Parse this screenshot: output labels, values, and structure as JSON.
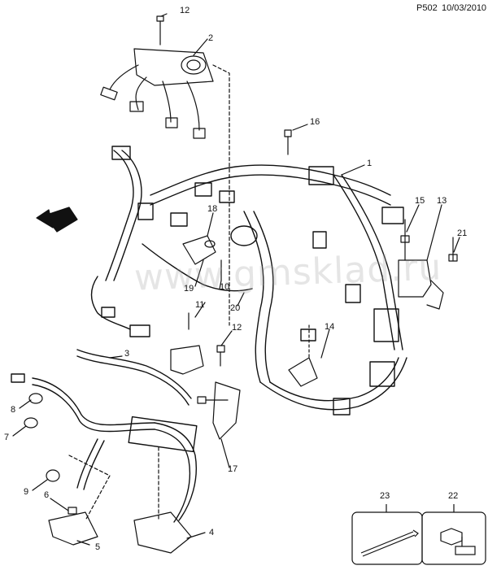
{
  "header": {
    "diagram_code": "P502",
    "date": "10/03/2010"
  },
  "watermark": "www.gmsklad.ru",
  "callouts": [
    {
      "n": "12"
    },
    {
      "n": "2"
    },
    {
      "n": "16"
    },
    {
      "n": "1"
    },
    {
      "n": "18"
    },
    {
      "n": "15"
    },
    {
      "n": "13"
    },
    {
      "n": "21"
    },
    {
      "n": "19"
    },
    {
      "n": "10"
    },
    {
      "n": "11"
    },
    {
      "n": "20"
    },
    {
      "n": "12"
    },
    {
      "n": "14"
    },
    {
      "n": "3"
    },
    {
      "n": "8"
    },
    {
      "n": "7"
    },
    {
      "n": "9"
    },
    {
      "n": "6"
    },
    {
      "n": "5"
    },
    {
      "n": "4"
    },
    {
      "n": "17"
    },
    {
      "n": "23"
    },
    {
      "n": "22"
    }
  ],
  "inset_labels": {
    "left": "23",
    "right": "22"
  },
  "colors": {
    "line": "#111111",
    "paper": "#ffffff",
    "watermark": "#a0a0a0"
  }
}
